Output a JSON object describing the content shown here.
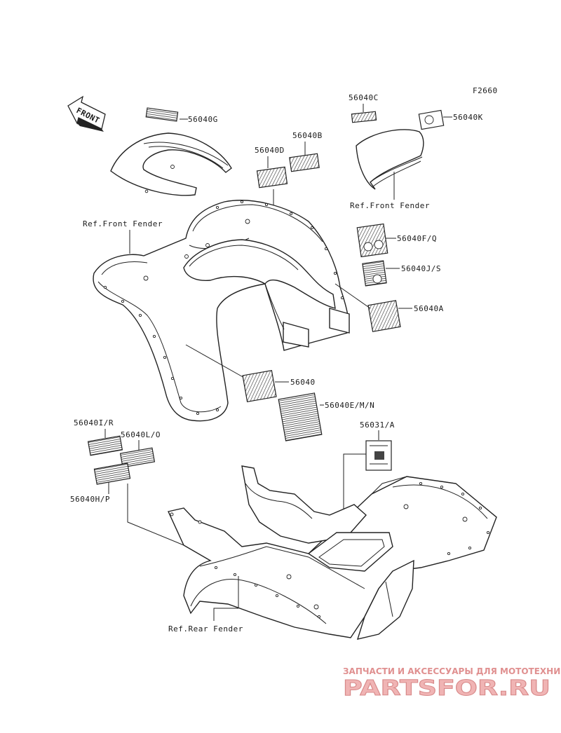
{
  "figure_code": "F2660",
  "front_arrow_label": "FRONT",
  "part_labels": {
    "p56040G": "56040G",
    "p56040C": "56040C",
    "p56040K": "56040K",
    "p56040B": "56040B",
    "p56040D": "56040D",
    "p56040FQ": "56040F/Q",
    "p56040JS": "56040J/S",
    "p56040A": "56040A",
    "p56040": "56040",
    "p56040EMN": "56040E/M/N",
    "p56031A": "56031/A",
    "p56040IR": "56040I/R",
    "p56040LO": "56040L/O",
    "p56040HP": "56040H/P"
  },
  "reference_labels": {
    "front_fender_upper": "Ref.Front Fender",
    "front_fender_left": "Ref.Front Fender",
    "rear_fender": "Ref.Rear Fender"
  },
  "watermark": {
    "caption": "ЗАПЧАСТИ И АКСЕССУАРЫ ДЛЯ МОТОТЕХНИКИ",
    "logo": "PARTSFOR.RU"
  }
}
